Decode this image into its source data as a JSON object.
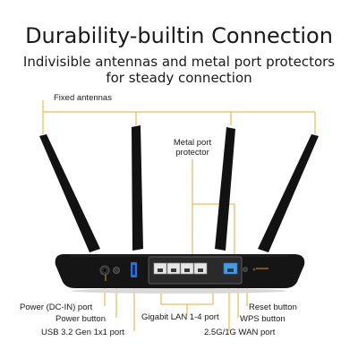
{
  "heading": {
    "title": "Durability-builtin Connection",
    "subtitle_line1": "Indivisible antennas and metal port protectors",
    "subtitle_line2": "for steady connection"
  },
  "callouts": {
    "fixed_antennas": "Fixed antennas",
    "metal_port_protector_line1": "Metal port",
    "metal_port_protector_line2": "protector",
    "power_dc_in_port": "Power (DC-IN) port",
    "power_button": "Power button",
    "usb_port": "USB 3.2 Gen 1x1 port",
    "gigabit_lan": "Gigabit LAN 1-4 port",
    "wan_port": "2.5G/1G WAN port",
    "reset_button": "Reset button",
    "wps_button": "WPS button"
  },
  "colors": {
    "callout_line": "#e9a93b",
    "router_body": "#151515",
    "accent_trim": "#d99a2b",
    "usb_blue": "#2d6fd2",
    "wan_blue": "#4a9ad8"
  }
}
